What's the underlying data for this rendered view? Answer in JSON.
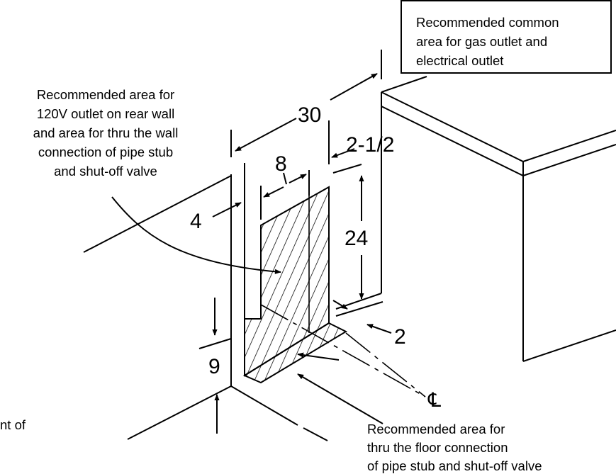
{
  "notes": {
    "rear_wall_area": [
      "Recommended area for",
      "120V outlet on rear wall",
      "and area for thru the wall",
      "connection of pipe stub",
      "and shut-off valve"
    ],
    "common_area_box": [
      "Recommended common",
      "area for gas outlet and",
      "electrical outlet"
    ],
    "floor_area": [
      "Recommended area for",
      "thru the floor connection",
      "of pipe stub and shut-off valve"
    ],
    "cut_off_left": "nt of"
  },
  "dimensions": {
    "width_total": "30",
    "offset_right": "2-1/2",
    "width_area": "8",
    "offset_left": "4",
    "height_area": "24",
    "floor_offset": "2",
    "height_bottom": "9"
  },
  "centerline_symbol": "℄",
  "colors": {
    "line": "#000000",
    "background": "#ffffff"
  }
}
